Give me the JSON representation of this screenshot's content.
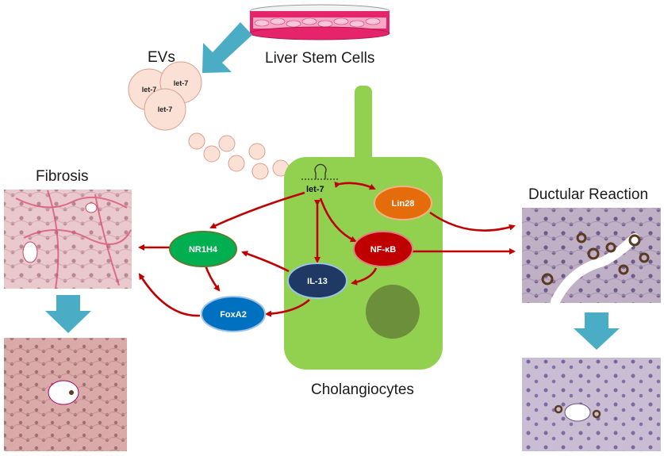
{
  "labels": {
    "evs": "EVs",
    "liver_stem_cells": "Liver Stem Cells",
    "fibrosis": "Fibrosis",
    "ductular_reaction": "Ductular Reaction",
    "cholangiocytes": "Cholangiocytes"
  },
  "vesicles": [
    "let-7",
    "let-7",
    "let-7"
  ],
  "nodes": {
    "let7": "let-7",
    "lin28": "Lin28",
    "nfkb": "NF-κB",
    "il13": "IL-13",
    "nr1h4": "NR1H4",
    "foxa2": "FoxA2"
  },
  "colors": {
    "cell_body": "#92d050",
    "nucleus": "#6b8f3a",
    "arrow": "#c00000",
    "big_arrow": "#4bacc6",
    "lin28": "#e46c0a",
    "nfkb": "#c00000",
    "il13": "#1f3864",
    "nr1h4": "#00b050",
    "foxa2": "#0070c0",
    "vesicle": "#fbe1d5"
  }
}
